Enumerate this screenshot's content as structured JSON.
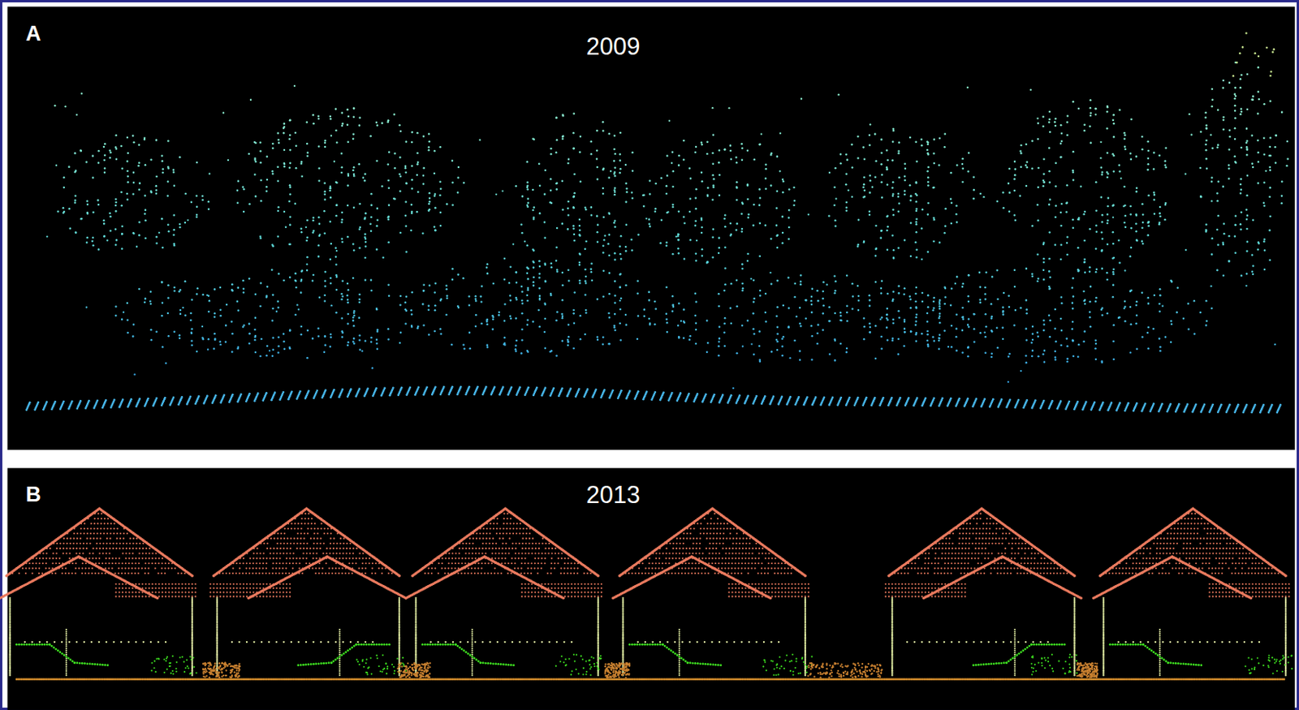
{
  "diagram": {
    "labels": [
      "A",
      "2009",
      "B",
      "2013"
    ]
  }
}
